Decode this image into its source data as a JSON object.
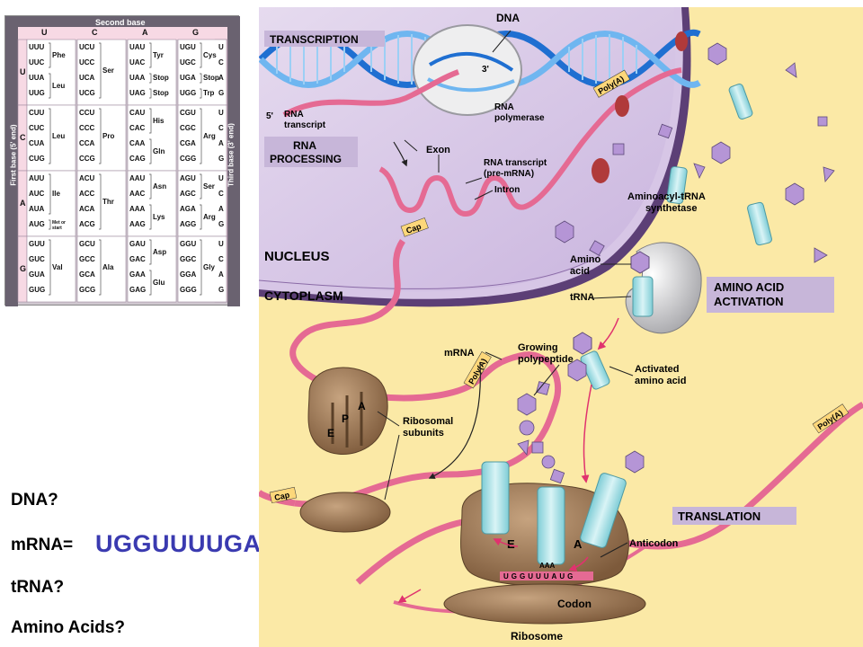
{
  "codon_table": {
    "title": "Second base",
    "left_axis": "First base (5' end)",
    "right_axis": "Third base (3' end)",
    "second_bases": [
      "U",
      "C",
      "A",
      "G"
    ],
    "first_bases": [
      "U",
      "C",
      "A",
      "G"
    ],
    "third_bases": [
      "U",
      "C",
      "A",
      "G"
    ],
    "blocks": [
      [
        {
          "codons": [
            "UUU",
            "UUC",
            "UUA",
            "UUG"
          ],
          "aa": [
            {
              "n": "Phe",
              "s": 0,
              "e": 1
            },
            {
              "n": "Leu",
              "s": 2,
              "e": 3
            }
          ]
        },
        {
          "codons": [
            "UCU",
            "UCC",
            "UCA",
            "UCG"
          ],
          "aa": [
            {
              "n": "Ser",
              "s": 0,
              "e": 3
            }
          ]
        },
        {
          "codons": [
            "UAU",
            "UAC",
            "UAA",
            "UAG"
          ],
          "aa": [
            {
              "n": "Tyr",
              "s": 0,
              "e": 1
            },
            {
              "n": "Stop",
              "s": 2,
              "e": 2
            },
            {
              "n": "Stop",
              "s": 3,
              "e": 3
            }
          ]
        },
        {
          "codons": [
            "UGU",
            "UGC",
            "UGA",
            "UGG"
          ],
          "aa": [
            {
              "n": "Cys",
              "s": 0,
              "e": 1
            },
            {
              "n": "Stop",
              "s": 2,
              "e": 2
            },
            {
              "n": "Trp",
              "s": 3,
              "e": 3
            }
          ]
        }
      ],
      [
        {
          "codons": [
            "CUU",
            "CUC",
            "CUA",
            "CUG"
          ],
          "aa": [
            {
              "n": "Leu",
              "s": 0,
              "e": 3
            }
          ]
        },
        {
          "codons": [
            "CCU",
            "CCC",
            "CCA",
            "CCG"
          ],
          "aa": [
            {
              "n": "Pro",
              "s": 0,
              "e": 3
            }
          ]
        },
        {
          "codons": [
            "CAU",
            "CAC",
            "CAA",
            "CAG"
          ],
          "aa": [
            {
              "n": "His",
              "s": 0,
              "e": 1
            },
            {
              "n": "Gln",
              "s": 2,
              "e": 3
            }
          ]
        },
        {
          "codons": [
            "CGU",
            "CGC",
            "CGA",
            "CGG"
          ],
          "aa": [
            {
              "n": "Arg",
              "s": 0,
              "e": 3
            }
          ]
        }
      ],
      [
        {
          "codons": [
            "AUU",
            "AUC",
            "AUA",
            "AUG"
          ],
          "aa": [
            {
              "n": "Ile",
              "s": 0,
              "e": 2
            },
            {
              "n": "Met or start",
              "s": 3,
              "e": 3
            }
          ]
        },
        {
          "codons": [
            "ACU",
            "ACC",
            "ACA",
            "ACG"
          ],
          "aa": [
            {
              "n": "Thr",
              "s": 0,
              "e": 3
            }
          ]
        },
        {
          "codons": [
            "AAU",
            "AAC",
            "AAA",
            "AAG"
          ],
          "aa": [
            {
              "n": "Asn",
              "s": 0,
              "e": 1
            },
            {
              "n": "Lys",
              "s": 2,
              "e": 3
            }
          ]
        },
        {
          "codons": [
            "AGU",
            "AGC",
            "AGA",
            "AGG"
          ],
          "aa": [
            {
              "n": "Ser",
              "s": 0,
              "e": 1
            },
            {
              "n": "Arg",
              "s": 2,
              "e": 3
            }
          ]
        }
      ],
      [
        {
          "codons": [
            "GUU",
            "GUC",
            "GUA",
            "GUG"
          ],
          "aa": [
            {
              "n": "Val",
              "s": 0,
              "e": 3
            }
          ]
        },
        {
          "codons": [
            "GCU",
            "GCC",
            "GCA",
            "GCG"
          ],
          "aa": [
            {
              "n": "Ala",
              "s": 0,
              "e": 3
            }
          ]
        },
        {
          "codons": [
            "GAU",
            "GAC",
            "GAA",
            "GAG"
          ],
          "aa": [
            {
              "n": "Asp",
              "s": 0,
              "e": 1
            },
            {
              "n": "Glu",
              "s": 2,
              "e": 3
            }
          ]
        },
        {
          "codons": [
            "GGU",
            "GGC",
            "GGA",
            "GGG"
          ],
          "aa": [
            {
              "n": "Gly",
              "s": 0,
              "e": 3
            }
          ]
        }
      ]
    ]
  },
  "prompts": {
    "dna": "DNA?",
    "mrna_label": "mRNA=",
    "mrna_value": "UGGUUUUGA",
    "trna": "tRNA?",
    "amino_acids": "Amino Acids?"
  },
  "figure": {
    "transcription": "TRANSCRIPTION",
    "dna": "DNA",
    "three_prime": "3'",
    "five_prime": "5'",
    "rna_transcript_1": "RNA",
    "rna_transcript_2": "transcript",
    "rna_polymerase_1": "RNA",
    "rna_polymerase_2": "polymerase",
    "rna_processing_1": "RNA",
    "rna_processing_2": "PROCESSING",
    "exon": "Exon",
    "pre_mrna_1": "RNA transcript",
    "pre_mrna_2": "(pre-mRNA)",
    "intron": "Intron",
    "nucleus": "NUCLEUS",
    "cytoplasm": "CYTOPLASM",
    "cap": "Cap",
    "poly_a": "Poly(A)",
    "synthetase_1": "Aminoacyl-tRNA",
    "synthetase_2": "synthetase",
    "amino_acid_1": "Amino",
    "amino_acid_2": "acid",
    "trna": "tRNA",
    "aa_activation_1": "AMINO ACID",
    "aa_activation_2": "ACTIVATION",
    "mrna": "mRNA",
    "growing_1": "Growing",
    "growing_2": "polypeptide",
    "activated_1": "Activated",
    "activated_2": "amino acid",
    "ribosomal_1": "Ribosomal",
    "ribosomal_2": "subunits",
    "site_a": "A",
    "site_p": "P",
    "site_e": "E",
    "translation": "TRANSLATION",
    "anticodon": "Anticodon",
    "codon": "Codon",
    "ribosome": "Ribosome",
    "codon_sequence": "UGGUUUAUG",
    "anticodon_sequence": "AAA"
  },
  "colors": {
    "cytoplasm": "#fbe9a6",
    "nucleus": "#d7c6e6",
    "mrna": "#e56a93",
    "trna": "#a9e1e6",
    "ribosome": "#9c7a57",
    "amino_acid": "#b595d6",
    "heading_box": "#c7b6d9",
    "mrna_value": "#3a3ab0"
  }
}
